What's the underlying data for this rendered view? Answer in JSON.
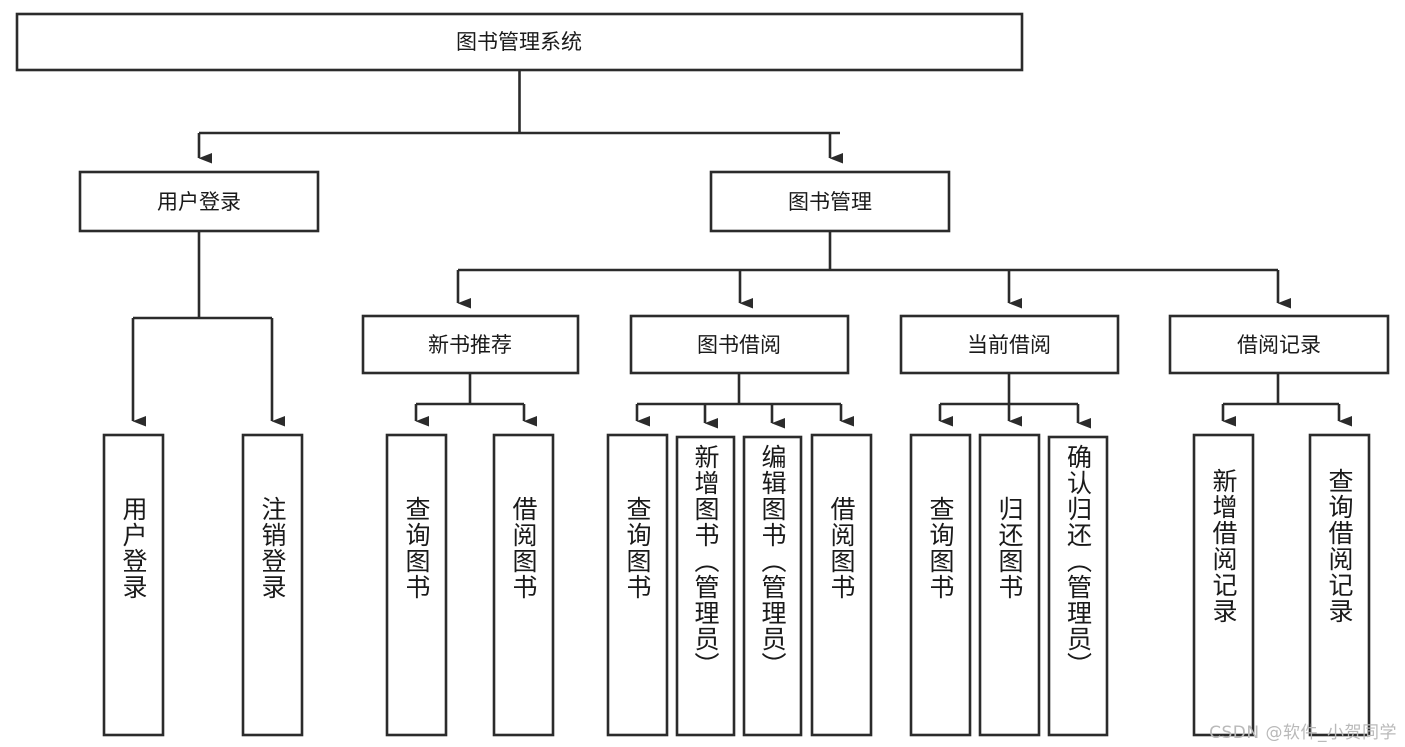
{
  "diagram": {
    "title": "图书管理系统",
    "type": "tree-hierarchy",
    "root": {
      "label": "图书管理系统"
    },
    "level2": [
      {
        "label": "用户登录"
      },
      {
        "label": "图书管理"
      }
    ],
    "level3": [
      {
        "label": "新书推荐"
      },
      {
        "label": "图书借阅"
      },
      {
        "label": "当前借阅"
      },
      {
        "label": "借阅记录"
      }
    ],
    "leaves": {
      "user_login": [
        {
          "label": "用户登录"
        },
        {
          "label": "注销登录"
        }
      ],
      "new_book_recommend": [
        {
          "label": "查询图书"
        },
        {
          "label": "借阅图书"
        }
      ],
      "book_borrow": [
        {
          "label": "查询图书"
        },
        {
          "label": "新增图书（管理员）"
        },
        {
          "label": "编辑图书（管理员）"
        },
        {
          "label": "借阅图书"
        }
      ],
      "current_borrow": [
        {
          "label": "查询图书"
        },
        {
          "label": "归还图书"
        },
        {
          "label": "确认归还（管理员）"
        }
      ],
      "borrow_record": [
        {
          "label": "新增借阅记录"
        },
        {
          "label": "查询借阅记录"
        }
      ]
    }
  },
  "watermark": {
    "text": "CSDN @软件_小贺同学"
  },
  "colors": {
    "stroke": "#2b2b2b",
    "fill": "#ffffff",
    "text": "#1a1a1a",
    "watermark": "#b9b9b9"
  }
}
